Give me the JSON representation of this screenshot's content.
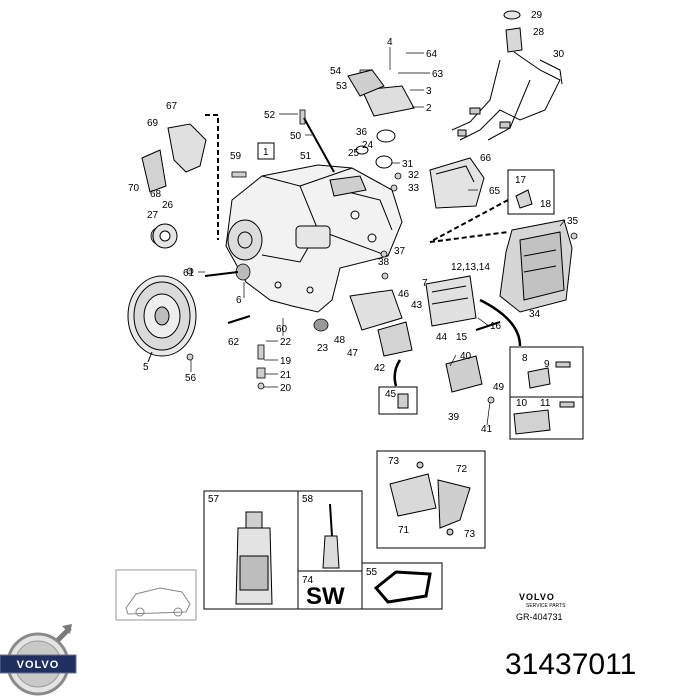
{
  "callouts": {
    "c1": "1",
    "c2": "2",
    "c3": "3",
    "c4": "4",
    "c5": "5",
    "c6": "6",
    "c7": "7",
    "c8": "8",
    "c9": "9",
    "c10": "10",
    "c11": "11",
    "c121314": "12,13,14",
    "c15": "15",
    "c16": "16",
    "c17": "17",
    "c18": "18",
    "c19": "19",
    "c20": "20",
    "c21": "21",
    "c22": "22",
    "c23": "23",
    "c24": "24",
    "c25": "25",
    "c26": "26",
    "c27": "27",
    "c28": "28",
    "c29": "29",
    "c30": "30",
    "c31": "31",
    "c32": "32",
    "c33": "33",
    "c34": "34",
    "c35": "35",
    "c36": "36",
    "c37": "37",
    "c38": "38",
    "c39": "39",
    "c40": "40",
    "c41": "41",
    "c42": "42",
    "c43": "43",
    "c44": "44",
    "c45": "45",
    "c46": "46",
    "c47": "47",
    "c48": "48",
    "c49": "49",
    "c50": "50",
    "c51": "51",
    "c52": "52",
    "c53": "53",
    "c54": "54",
    "c55": "55",
    "c56": "56",
    "c57": "57",
    "c58": "58",
    "c59": "59",
    "c60": "60",
    "c61": "61",
    "c62": "62",
    "c63": "63",
    "c64": "64",
    "c65": "65",
    "c66": "66",
    "c67": "67",
    "c68": "68",
    "c69": "69",
    "c70": "70",
    "c71": "71",
    "c72": "72",
    "c73a": "73",
    "c73b": "73",
    "c74": "74"
  },
  "sealant_label": "SW",
  "service_brand": "VOLVO",
  "service_sub": "SERVICE PARTS",
  "diagram_ref": "GR-404731",
  "logo_text": "VOLVO",
  "part_number": "31437011"
}
